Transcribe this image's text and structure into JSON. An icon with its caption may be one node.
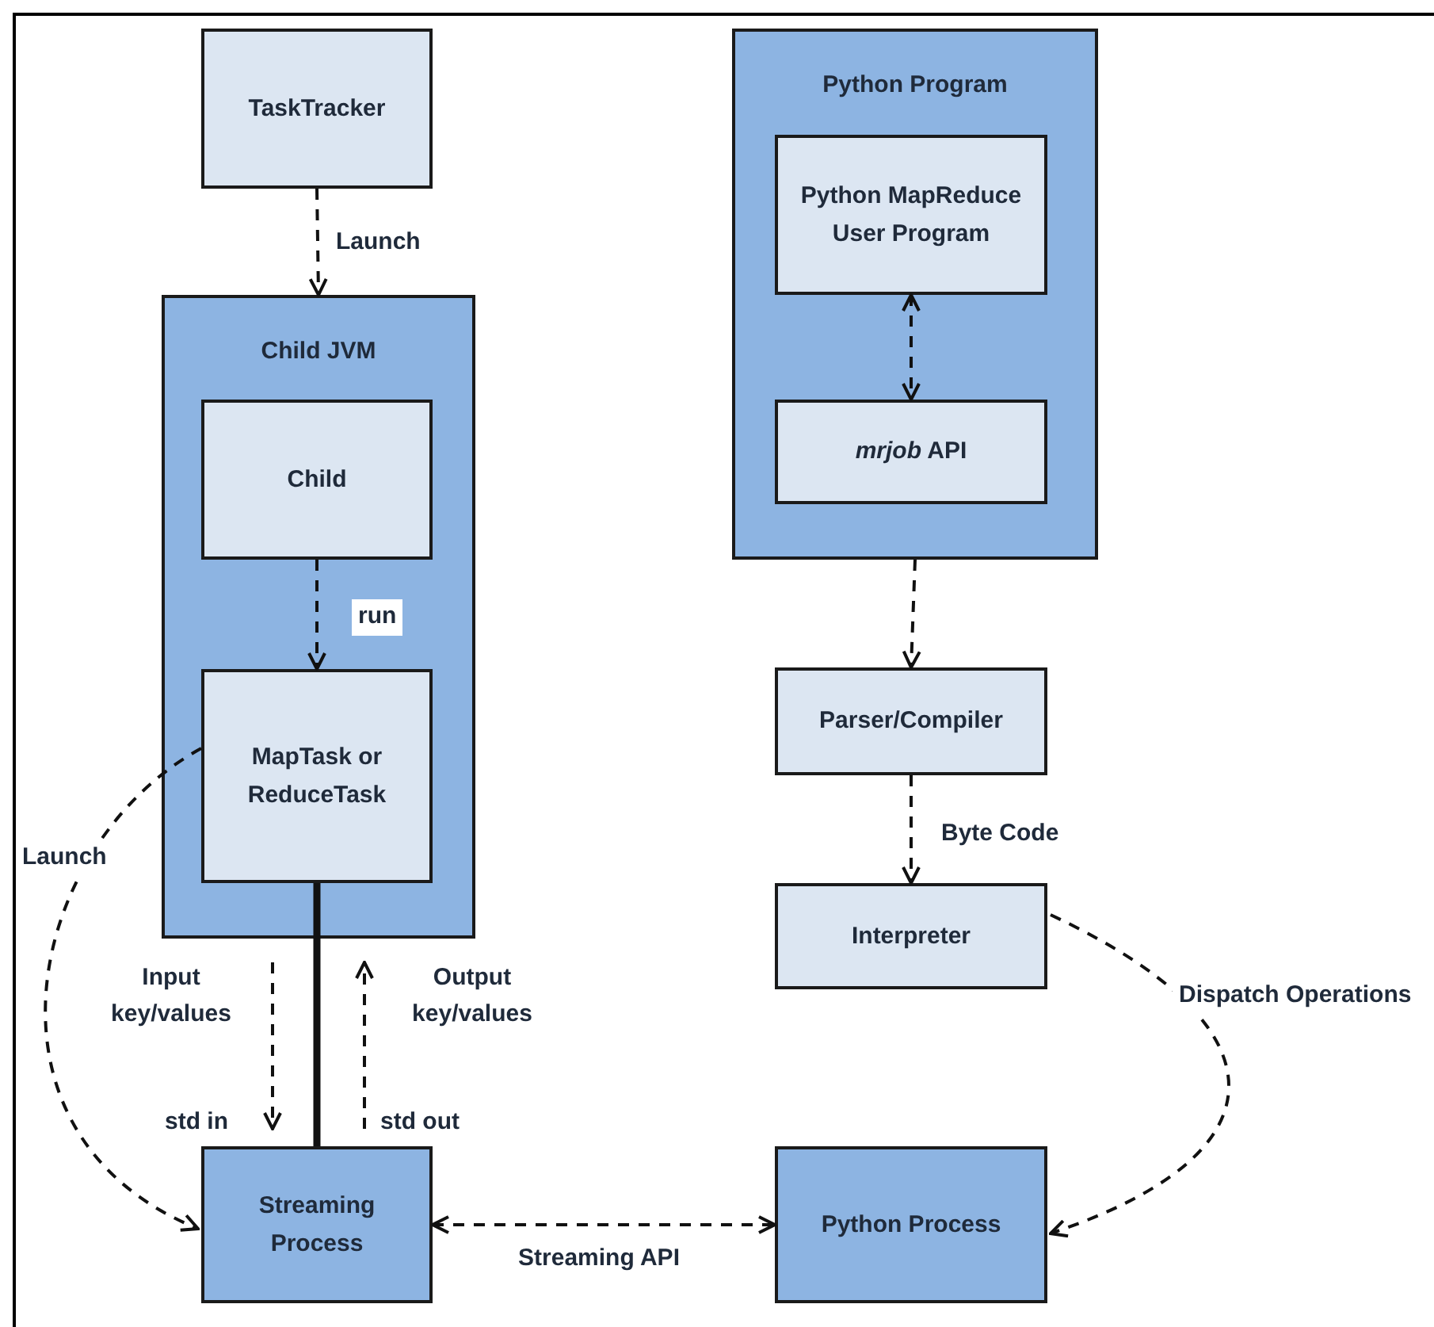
{
  "diagram": {
    "nodes": [
      {
        "text": [
          "TaskTracker"
        ]
      },
      {
        "text": [
          "Child JVM"
        ]
      },
      {
        "text": [
          "Child"
        ],
        "in": 1
      },
      {
        "text": [
          "MapTask or ReduceTask"
        ],
        "in": 1
      },
      {
        "text": [
          "Python Program"
        ]
      },
      {
        "text": [
          "Python MapReduce User Program"
        ],
        "in": 4
      },
      {
        "text": [
          "*mrjob* API"
        ],
        "in": 4
      },
      {
        "text": [
          "Parser/Compiler"
        ]
      },
      {
        "text": [
          "Interpreter"
        ]
      },
      {
        "text": [
          "Streaming Process"
        ]
      },
      {
        "text": [
          "Python Process"
        ]
      }
    ],
    "edges": [
      {
        "from": 0,
        "to": 1,
        "arrow": "to",
        "style": "dashed",
        "label": "Launch"
      },
      {
        "from": 5,
        "to": 6,
        "arrow": "both",
        "style": "dashed"
      },
      {
        "from": 2,
        "to": 3,
        "arrow": "to",
        "style": "dashed",
        "label": "run"
      },
      {
        "from": 3,
        "to": 9,
        "arrow": "to",
        "style": "dashed",
        "label": "Launch"
      },
      {
        "from": 3,
        "to": 9,
        "arrow": "none",
        "style": "thick"
      },
      {
        "from": 4,
        "to": 7,
        "arrow": "to",
        "style": "dashed"
      },
      {
        "from": 7,
        "to": 8,
        "arrow": "to",
        "style": "dashed",
        "label": "Byte Code"
      },
      {
        "from": 9,
        "to": 10,
        "arrow": "both",
        "style": "dashed",
        "label": "Streaming API"
      },
      {
        "from": 8,
        "to": 10,
        "arrow": "to",
        "style": "dashed",
        "label": "Dispatch Operations"
      }
    ],
    "labels": [
      "Input key/values",
      "Output key/values",
      "std in",
      "std out"
    ]
  }
}
